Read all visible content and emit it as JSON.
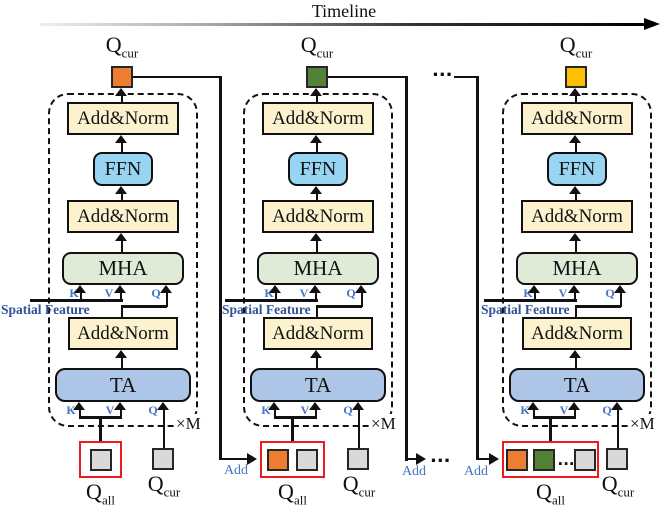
{
  "labels": {
    "timeline": "Timeline",
    "addnorm": "Add&Norm",
    "ffn": "FFN",
    "mha": "MHA",
    "ta": "TA",
    "k": "K",
    "v": "V",
    "q": "Q",
    "spatial_feature": "Spatial Feature",
    "repeat": "×M",
    "q_symbol": "Q",
    "cur_sub": "cur",
    "all_sub": "all",
    "add": "Add",
    "ellipsis": "..."
  },
  "colors": {
    "block1_query": "#ED7D31",
    "block2_query": "#538135",
    "block3_query": "#FFC000",
    "placeholder_query": "#D9D9D9",
    "qall_border": "#EC1C1C",
    "addnorm_fill": "#FCF2CE",
    "ffn_fill": "#97D5F2",
    "mha_fill": "#DFEBD7",
    "ta_fill": "#ADC5E7",
    "kvq_blue": "#4472C4",
    "spatial_blue": "#2E5296",
    "line_black": "#111111"
  },
  "blocks": [
    {
      "query_color": "#ED7D31",
      "q_all_squares": [
        "#D9D9D9"
      ]
    },
    {
      "query_color": "#538135",
      "q_all_squares": [
        "#ED7D31",
        "#D9D9D9"
      ]
    },
    {
      "query_color": "#FFC000",
      "q_all_squares": [
        "#ED7D31",
        "#538135",
        "#D9D9D9"
      ]
    }
  ]
}
